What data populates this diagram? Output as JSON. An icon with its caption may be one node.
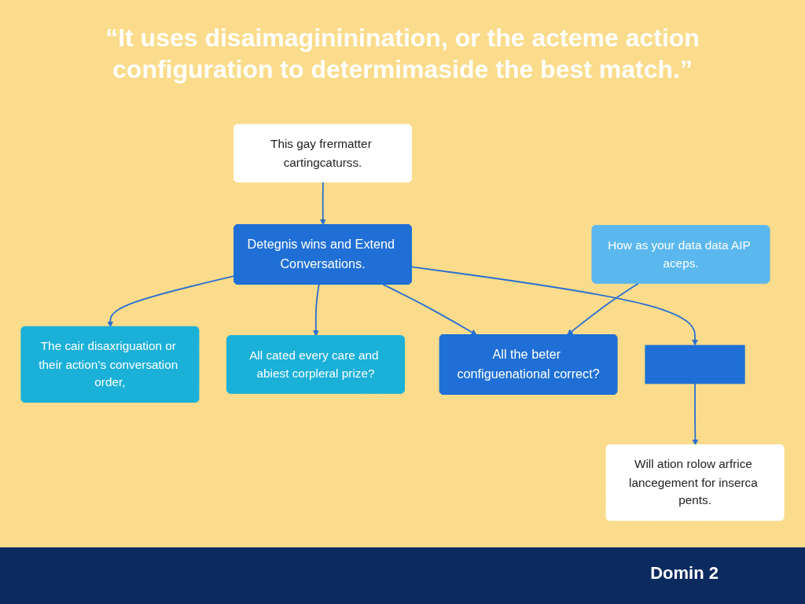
{
  "diagram": {
    "title": "“It uses disaimagininination, or the acteme action configuration to determimaside the best match.”",
    "nodes": [
      {
        "text": [
          "This gay frermatter cartingcaturss."
        ]
      },
      {
        "text": [
          "Detegnis wins and Extend Conversations."
        ]
      },
      {
        "text": [
          "The cair disaxriguation or their action’s conversation order,"
        ]
      },
      {
        "text": [
          "All cated every care and abiest corpleral prize?"
        ]
      },
      {
        "text": [
          "How as your data data AIP aceps."
        ]
      },
      {
        "text": [
          "All the beter configuenational correct?"
        ]
      },
      {
        "text": [],
        "shape": "box"
      },
      {
        "text": [
          "Will ation rolow arfrice lancegement for inserca pents."
        ]
      }
    ],
    "edges": [
      {
        "from": 0,
        "to": 1,
        "arrow": "to"
      },
      {
        "from": 1,
        "to": 2,
        "arrow": "to"
      },
      {
        "from": 1,
        "to": 3,
        "arrow": "to"
      },
      {
        "from": 1,
        "to": 5,
        "arrow": "to"
      },
      {
        "from": 1,
        "to": 6,
        "arrow": "to"
      },
      {
        "from": 4,
        "to": 5,
        "arrow": "to"
      },
      {
        "from": 6,
        "to": 7,
        "arrow": "to"
      }
    ],
    "labels": [
      "Domin 2"
    ]
  }
}
